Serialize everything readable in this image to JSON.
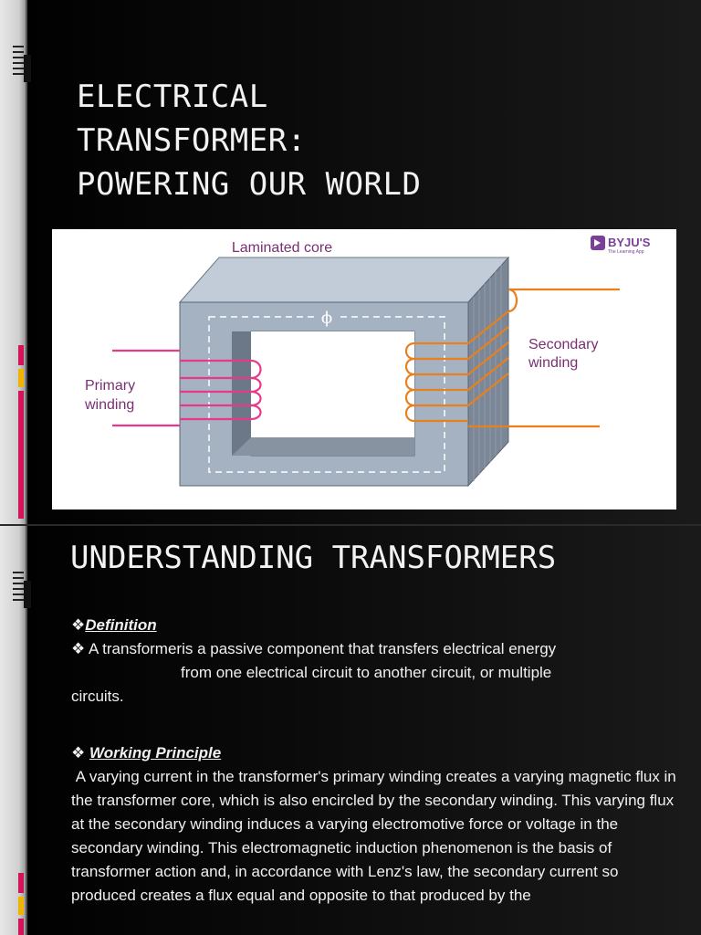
{
  "slide1": {
    "title_lines": [
      "ELECTRICAL",
      "TRANSFORMER:",
      "POWERING OUR WORLD"
    ],
    "diagram": {
      "core_label": "Laminated core",
      "flux_symbol": "ϕ",
      "primary_label_lines": [
        "Primary",
        "winding"
      ],
      "secondary_label_lines": [
        "Secondary",
        "winding"
      ],
      "logo_text": "BYJU'S",
      "logo_tagline": "The Learning App",
      "colors": {
        "core": "#a4b2c2",
        "primary_wire": "#e8388a",
        "secondary_wire": "#e8801e",
        "logo": "#7a3f96"
      }
    }
  },
  "slide2": {
    "title": "UNDERSTANDING TRANSFORMERS",
    "bullet_glyph": "❖",
    "definition_heading": "Definition",
    "definition_line1": "A transformeris a passive component that transfers electrical energy",
    "definition_line2": "from one electrical circuit to another circuit, or multiple",
    "definition_line3": "circuits.",
    "principle_heading": "Working Principle",
    "principle_text": "A varying current in the transformer's primary winding creates a varying magnetic flux in the transformer core, which is also encircled by the secondary winding. This varying flux at the secondary winding induces a varying electromotive force or voltage in the secondary winding. This electromagnetic induction phenomenon is the basis of transformer action and, in accordance with Lenz's law, the secondary current so produced creates a flux equal and opposite to that produced by the"
  }
}
